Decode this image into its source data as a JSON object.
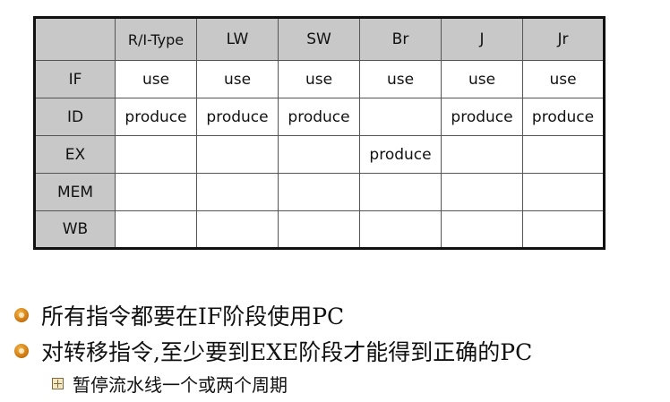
{
  "table": {
    "columns": [
      "R/I-Type",
      "LW",
      "SW",
      "Br",
      "J",
      "Jr"
    ],
    "rows": [
      {
        "stage": "IF",
        "cells": [
          "use",
          "use",
          "use",
          "use",
          "use",
          "use"
        ]
      },
      {
        "stage": "ID",
        "cells": [
          "produce",
          "produce",
          "produce",
          "",
          "produce",
          "produce"
        ]
      },
      {
        "stage": "EX",
        "cells": [
          "",
          "",
          "",
          "produce",
          "",
          ""
        ]
      },
      {
        "stage": "MEM",
        "cells": [
          "",
          "",
          "",
          "",
          "",
          ""
        ]
      },
      {
        "stage": "WB",
        "cells": [
          "",
          "",
          "",
          "",
          "",
          ""
        ]
      }
    ],
    "colors": {
      "use": "#e8223b",
      "produce": "#2a36d6",
      "header_bg": "#c8c8c8"
    }
  },
  "bullets": [
    {
      "text": "所有指令都要在IF阶段使用PC"
    },
    {
      "text": "对转移指令,至少要到EXE阶段才能得到正确的PC"
    }
  ],
  "sub_bullets": [
    {
      "text": "暂停流水线一个或两个周期"
    }
  ]
}
